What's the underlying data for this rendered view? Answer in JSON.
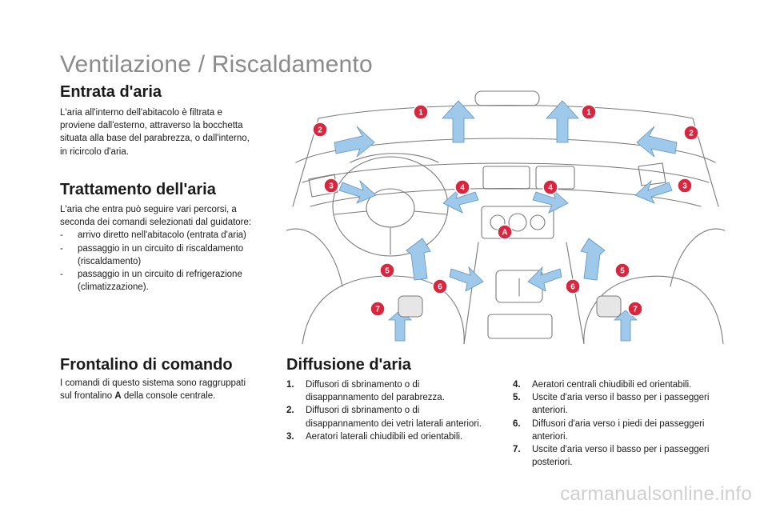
{
  "title": "Ventilazione / Riscaldamento",
  "entrata": {
    "heading": "Entrata d'aria",
    "lines": [
      "L'aria all'interno dell'abitacolo è filtrata e",
      "proviene dall'esterno, attraverso la bocchetta",
      "situata alla base del parabrezza, o dall'interno,",
      "in ricircolo d'aria."
    ]
  },
  "trattamento": {
    "heading": "Trattamento dell'aria",
    "lines": [
      "L'aria che entra può seguire vari percorsi, a",
      "seconda dei comandi selezionati dal guidatore:"
    ],
    "items": [
      [
        "arrivo diretto nell'abitacolo (entrata d'aria)"
      ],
      [
        "passaggio in un circuito di riscaldamento",
        "(riscaldamento)"
      ],
      [
        "passaggio in un circuito di refrigerazione",
        "(climatizzazione)."
      ]
    ]
  },
  "frontalino": {
    "heading": "Frontalino di comando",
    "line1": "I comandi di questo sistema sono raggruppati",
    "line2_pre": "sul frontalino ",
    "line2_bold": "A",
    "line2_post": " della console centrale."
  },
  "diffusione": {
    "heading": "Diffusione d'aria",
    "left_items": [
      {
        "num": "1.",
        "lines": [
          "Diffusori di sbrinamento o di",
          "disappannamento del parabrezza."
        ]
      },
      {
        "num": "2.",
        "lines": [
          "Diffusori di sbrinamento o di",
          "disappannamento dei vetri laterali anteriori."
        ]
      },
      {
        "num": "3.",
        "lines": [
          "Aeratori laterali chiudibili ed orientabili."
        ]
      }
    ],
    "right_items": [
      {
        "num": "4.",
        "lines": [
          "Aeratori centrali chiudibili ed orientabili."
        ]
      },
      {
        "num": "5.",
        "lines": [
          "Uscite d'aria verso il basso per i passeggeri",
          "anteriori."
        ]
      },
      {
        "num": "6.",
        "lines": [
          "Diffusori d'aria verso i piedi dei passeggeri",
          "anteriori."
        ]
      },
      {
        "num": "7.",
        "lines": [
          "Uscite d'aria verso il basso per i passeggeri",
          "posteriori."
        ]
      }
    ]
  },
  "illustration": {
    "badge_color": "#d7263d",
    "arrow_color": "#9ec9ea",
    "line_color": "#7a7a7a",
    "badges": [
      "1",
      "1",
      "2",
      "2",
      "3",
      "3",
      "4",
      "4",
      "5",
      "5",
      "6",
      "6",
      "7",
      "7",
      "A"
    ]
  },
  "watermark": "carmanualsonline.info"
}
